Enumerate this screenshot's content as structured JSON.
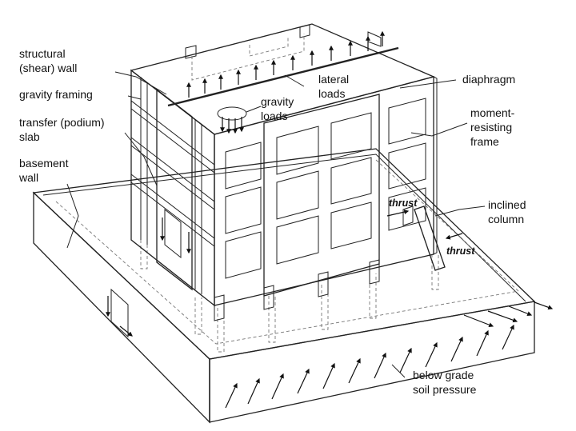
{
  "labels": {
    "structural_wall_line1": "structural",
    "structural_wall_line2": "(shear) wall",
    "gravity_framing": "gravity framing",
    "transfer_slab_line1": "transfer (podium)",
    "transfer_slab_line2": "slab",
    "basement_wall_line1": "basement",
    "basement_wall_line2": "wall",
    "gravity_loads_line1": "gravity",
    "gravity_loads_line2": "loads",
    "lateral_loads_line1": "lateral",
    "lateral_loads_line2": "loads",
    "diaphragm": "diaphragm",
    "moment_frame_line1": "moment-",
    "moment_frame_line2": "resisting",
    "moment_frame_line3": "frame",
    "inclined_column_line1": "inclined",
    "inclined_column_line2": "column",
    "thrust_upper": "thrust",
    "thrust_lower": "thrust",
    "soil_pressure_line1": "below grade",
    "soil_pressure_line2": "soil pressure"
  },
  "colors": {
    "line": "#222222",
    "hatch": "#8a8a8a",
    "background": "#ffffff"
  }
}
